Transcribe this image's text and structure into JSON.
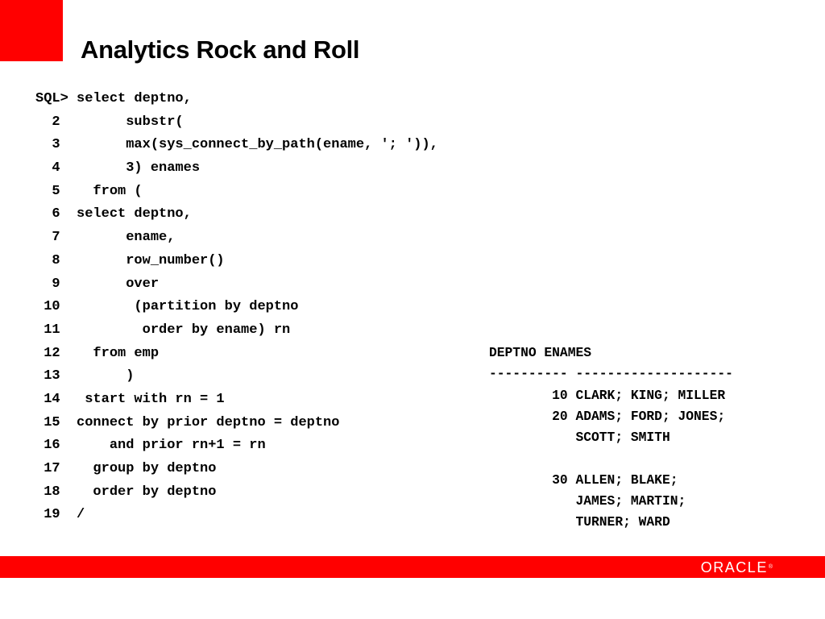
{
  "colors": {
    "accent": "#ff0000",
    "text": "#000000",
    "background": "#ffffff"
  },
  "slide": {
    "title": "Analytics Rock and Roll"
  },
  "code_lines": [
    "SQL> select deptno,",
    "  2        substr(",
    "  3        max(sys_connect_by_path(ename, '; ')),",
    "  4        3) enames",
    "  5    from (",
    "  6  select deptno,",
    "  7        ename,",
    "  8        row_number()",
    "  9        over",
    " 10         (partition by deptno",
    " 11          order by ename) rn",
    " 12    from emp",
    " 13        )",
    " 14   start with rn = 1",
    " 15  connect by prior deptno = deptno",
    " 16      and prior rn+1 = rn",
    " 17    group by deptno",
    " 18    order by deptno",
    " 19  /"
  ],
  "result_lines": [
    "DEPTNO ENAMES",
    "---------- --------------------",
    "        10 CLARK; KING; MILLER",
    "        20 ADAMS; FORD; JONES;",
    "           SCOTT; SMITH",
    "",
    "        30 ALLEN; BLAKE;",
    "           JAMES; MARTIN;",
    "           TURNER; WARD"
  ],
  "footer": {
    "logo_text": "ORACLE",
    "logo_mark": "®"
  }
}
